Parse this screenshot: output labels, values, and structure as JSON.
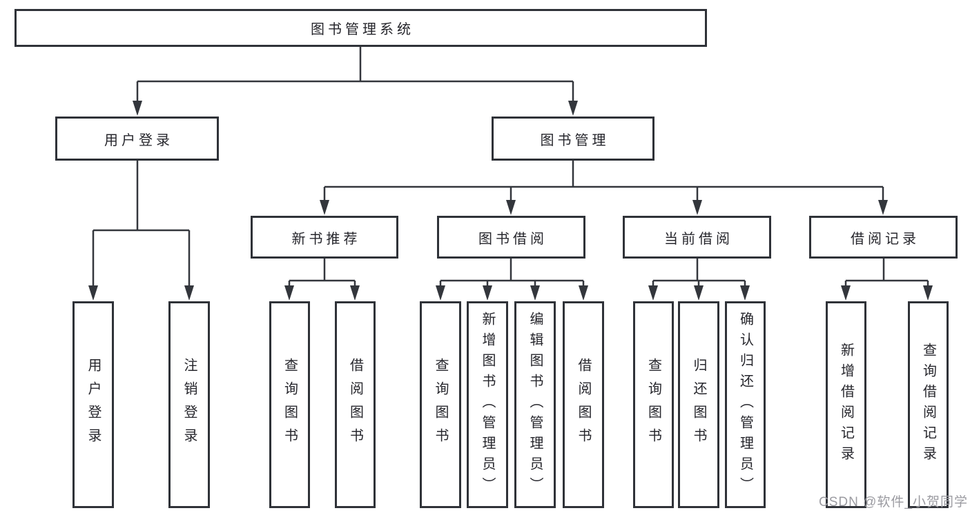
{
  "diagram": {
    "root": {
      "label": "图书管理系统"
    },
    "level2": [
      {
        "label": "用户登录",
        "children": [
          {
            "label": "用户登录"
          },
          {
            "label": "注销登录"
          }
        ]
      },
      {
        "label": "图书管理",
        "children": [
          {
            "label": "新书推荐",
            "children": [
              {
                "label": "查询图书"
              },
              {
                "label": "借阅图书"
              }
            ]
          },
          {
            "label": "图书借阅",
            "children": [
              {
                "label": "查询图书"
              },
              {
                "label": "新增图书（管理员）"
              },
              {
                "label": "编辑图书（管理员）"
              },
              {
                "label": "借阅图书"
              }
            ]
          },
          {
            "label": "当前借阅",
            "children": [
              {
                "label": "查询图书"
              },
              {
                "label": "归还图书"
              },
              {
                "label": "确认归还（管理员）"
              }
            ]
          },
          {
            "label": "借阅记录",
            "children": [
              {
                "label": "新增借阅记录"
              },
              {
                "label": "查询借阅记录"
              }
            ]
          }
        ]
      }
    ]
  },
  "watermark": {
    "text": "CSDN @软件_小贺同学"
  },
  "colors": {
    "line": "#33363c",
    "box_border": "#2f3238",
    "text": "#26262c",
    "watermark": "#9b9ba1",
    "background": "#ffffff"
  }
}
